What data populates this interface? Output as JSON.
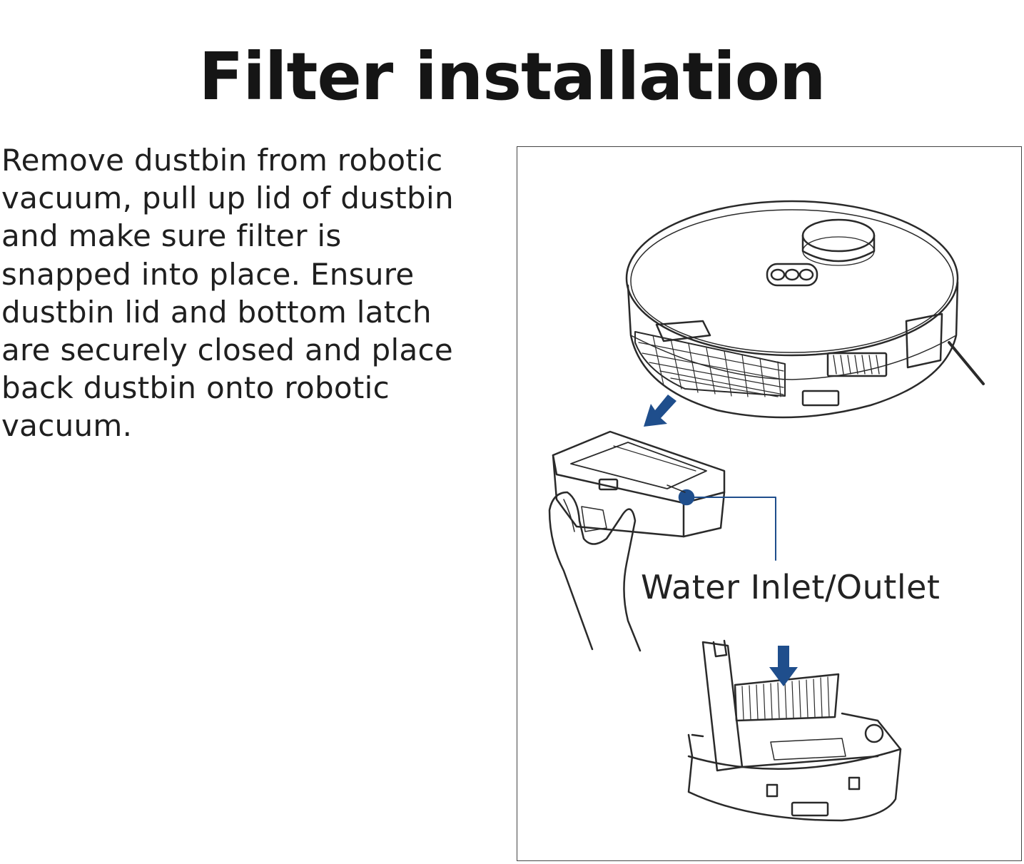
{
  "title": "Filter installation",
  "instructions": "Remove dustbin from robotic\nvacuum, pull up lid of dustbin\nand make sure filter is\nsnapped into place. Ensure\ndustbin lid and bottom latch\nare securely closed and place\nback dustbin onto robotic\nvacuum.",
  "figure": {
    "callout_label": "Water Inlet/Outlet"
  },
  "colors": {
    "accent": "#1f4e8c",
    "line": "#2a2a2a"
  }
}
